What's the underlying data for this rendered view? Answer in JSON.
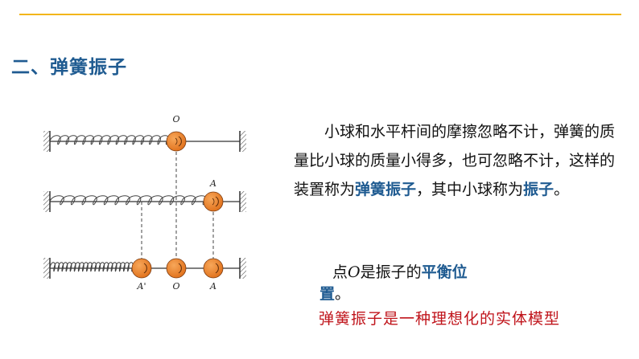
{
  "section_title": "二、弹簧振子",
  "figure": {
    "label_o_top": "O",
    "label_a_middle": "A",
    "label_a_prime": "A'",
    "label_o_bottom": "O",
    "label_a_bottom": "A",
    "ball_color": "#ee7d22"
  },
  "paragraph": {
    "text1": "小球和水平杆间的摩擦忽略不计，弹簧的质量比小球的质量小得多，也可忽略不计，这样的装置称为",
    "term1": "弹簧振子",
    "text2": "，其中小球称为",
    "term2": "振子",
    "text3": "。"
  },
  "equilibrium": {
    "text_before": "点",
    "o": "O",
    "text_mid": "是振子的",
    "term_part1": "平衡位",
    "term_part2": "置",
    "text_end": "。"
  },
  "model_note": "弹簧振子是一种理想化的实体模型",
  "colors": {
    "accent_bar": "#f2b51a",
    "title_blue": "#1f5b91",
    "note_red": "#c0141b"
  }
}
